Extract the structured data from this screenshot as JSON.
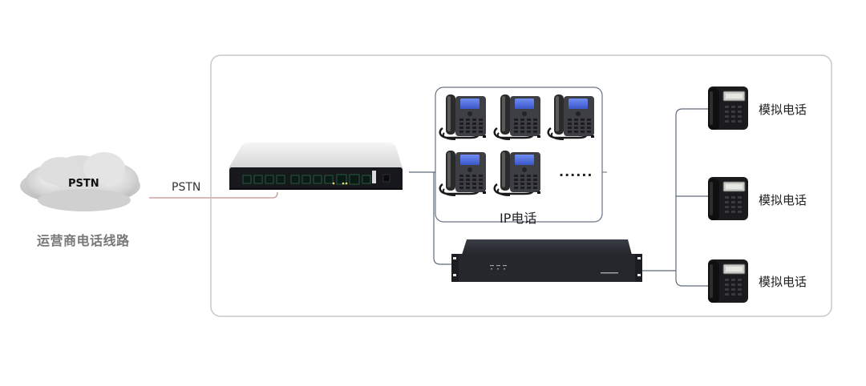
{
  "pstn_cloud": {
    "label": "PSTN",
    "caption": "运营商电话线路",
    "icon": "cloud-icon"
  },
  "pstn_link": {
    "label": "PSTN",
    "color": "#c9a2a2"
  },
  "gateway": {
    "icon": "voip-gateway-icon",
    "port_count": 8
  },
  "ip_phones": {
    "label": "IP电话",
    "more_indicator": "......",
    "count_shown": 5,
    "icon": "ip-phone-icon"
  },
  "fxs_gateway": {
    "icon": "rack-fxs-gateway-icon"
  },
  "analog_phones": [
    {
      "label": "模拟电话",
      "icon": "analog-phone-icon"
    },
    {
      "label": "模拟电话",
      "icon": "analog-phone-icon"
    },
    {
      "label": "模拟电话",
      "icon": "analog-phone-icon"
    }
  ],
  "colors": {
    "frame_border": "#c8c8c8",
    "connector_line": "#5f6b7a",
    "device_dark": "#1e2026",
    "gateway_body": "#e9e9e9"
  }
}
